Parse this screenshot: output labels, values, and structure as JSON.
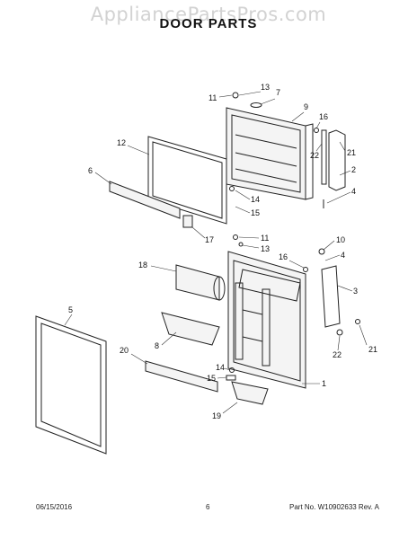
{
  "watermark": "AppliancePartsPros.com",
  "title": "DOOR PARTS",
  "footer": {
    "date": "06/15/2016",
    "page": "6",
    "part_no": "Part No.  W10902633  Rev. A"
  },
  "callouts": [
    "11",
    "13",
    "7",
    "9",
    "16",
    "12",
    "6",
    "21",
    "22",
    "2",
    "14",
    "15",
    "17",
    "4",
    "18",
    "11",
    "10",
    "13",
    "4",
    "16",
    "3",
    "5",
    "8",
    "20",
    "21",
    "14",
    "22",
    "15",
    "1",
    "19"
  ]
}
